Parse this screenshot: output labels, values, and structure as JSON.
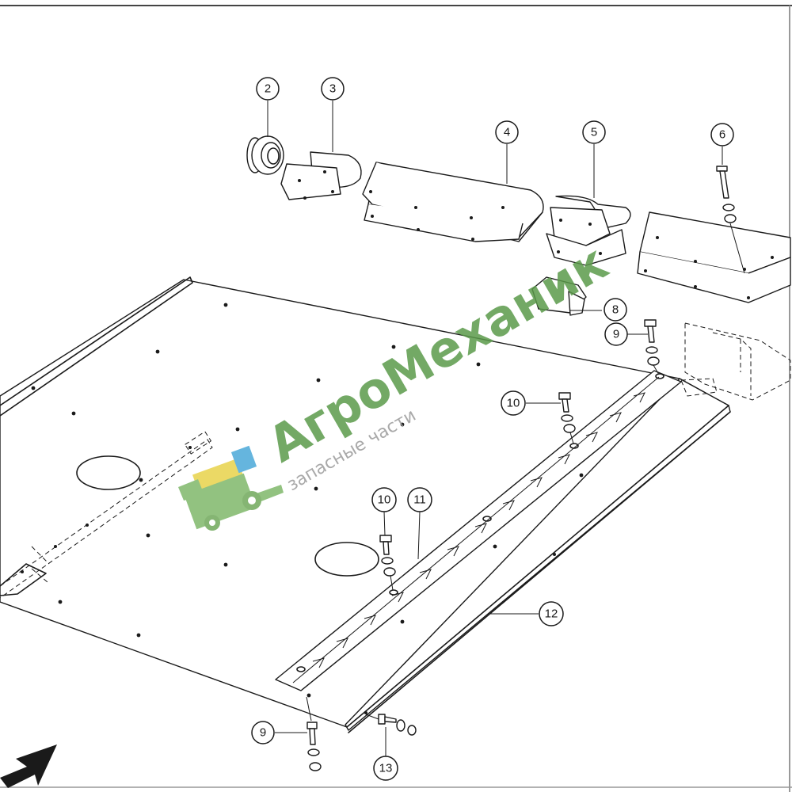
{
  "callouts": {
    "c2": "2",
    "c3": "3",
    "c4": "4",
    "c5": "5",
    "c6": "6",
    "c8": "8",
    "c9a": "9",
    "c9b": "9",
    "c10a": "10",
    "c10b": "10",
    "c11": "11",
    "c12": "12",
    "c13": "13"
  },
  "watermark": {
    "brand": "АгроМеханик",
    "tagline": "запасные части",
    "colors": {
      "brand_green": "#5a9a4a",
      "brand_gray": "#9a9a9a",
      "logo_yellow": "#e8d24a",
      "logo_blue": "#4aa8d8"
    }
  },
  "icons": {
    "direction_arrow": "arrow-down-left-icon",
    "logo": "combine-harvester-icon"
  }
}
